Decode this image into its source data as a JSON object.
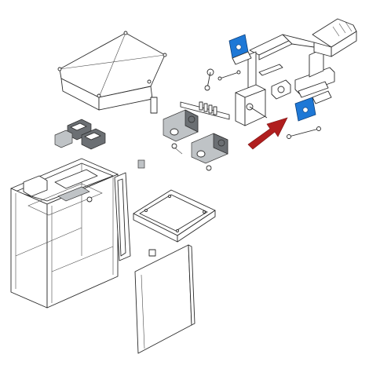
{
  "diagram": {
    "type": "exploded-parts-view",
    "colors": {
      "background": "#ffffff",
      "line": "#2b2b2b",
      "highlight": "#1e78d6",
      "arrow": "#b01e1e"
    },
    "highlighted_parts": [
      "upper-blue-bracket",
      "lower-blue-bracket"
    ],
    "arrow_points_to": "lower-blue-bracket"
  }
}
